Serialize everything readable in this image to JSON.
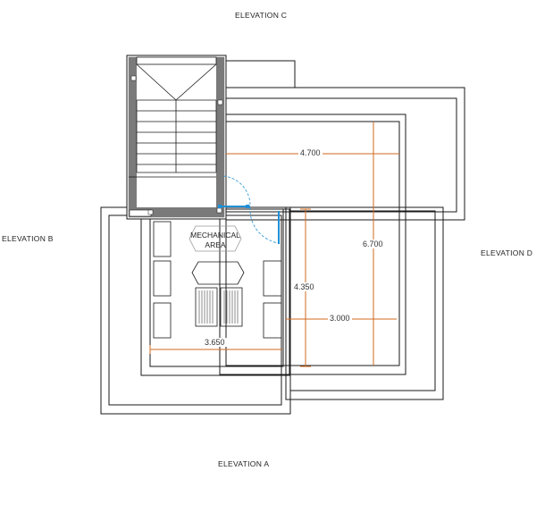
{
  "elevations": {
    "top": "ELEVATION  C",
    "left": "ELEVATION  B",
    "right": "ELEVATION  D",
    "bottom": "ELEVATION A"
  },
  "room": {
    "line1": "MECHANICAL",
    "line2": "AREA"
  },
  "dimensions": {
    "top_width": "4.700",
    "right_height": "6.700",
    "inner_height": "4.350",
    "inner_width": "3.000",
    "bottom_width": "3.650"
  },
  "colors": {
    "line": "#1a1a1a",
    "dimension": "#d2691e",
    "door": "#1f8fd6",
    "stair_fill": "#7a7a7a"
  }
}
